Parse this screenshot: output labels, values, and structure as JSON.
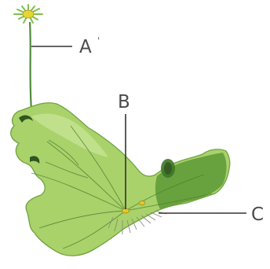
{
  "labels": {
    "a": "A",
    "a_mark": "'",
    "b": "B",
    "c": "C"
  },
  "colors": {
    "thallus_fill": "#a9d26b",
    "thallus_light": "#c8e496",
    "thallus_dark": "#5d9a36",
    "vein": "#4f7d2c",
    "curl": "#2f5520",
    "flower": "#e6d633",
    "stalk": "#4f8a3a",
    "rhizoid": "#8a8a7a",
    "gemma": "#e3c72a",
    "line": "#333333",
    "text": "#4a4a4a"
  }
}
